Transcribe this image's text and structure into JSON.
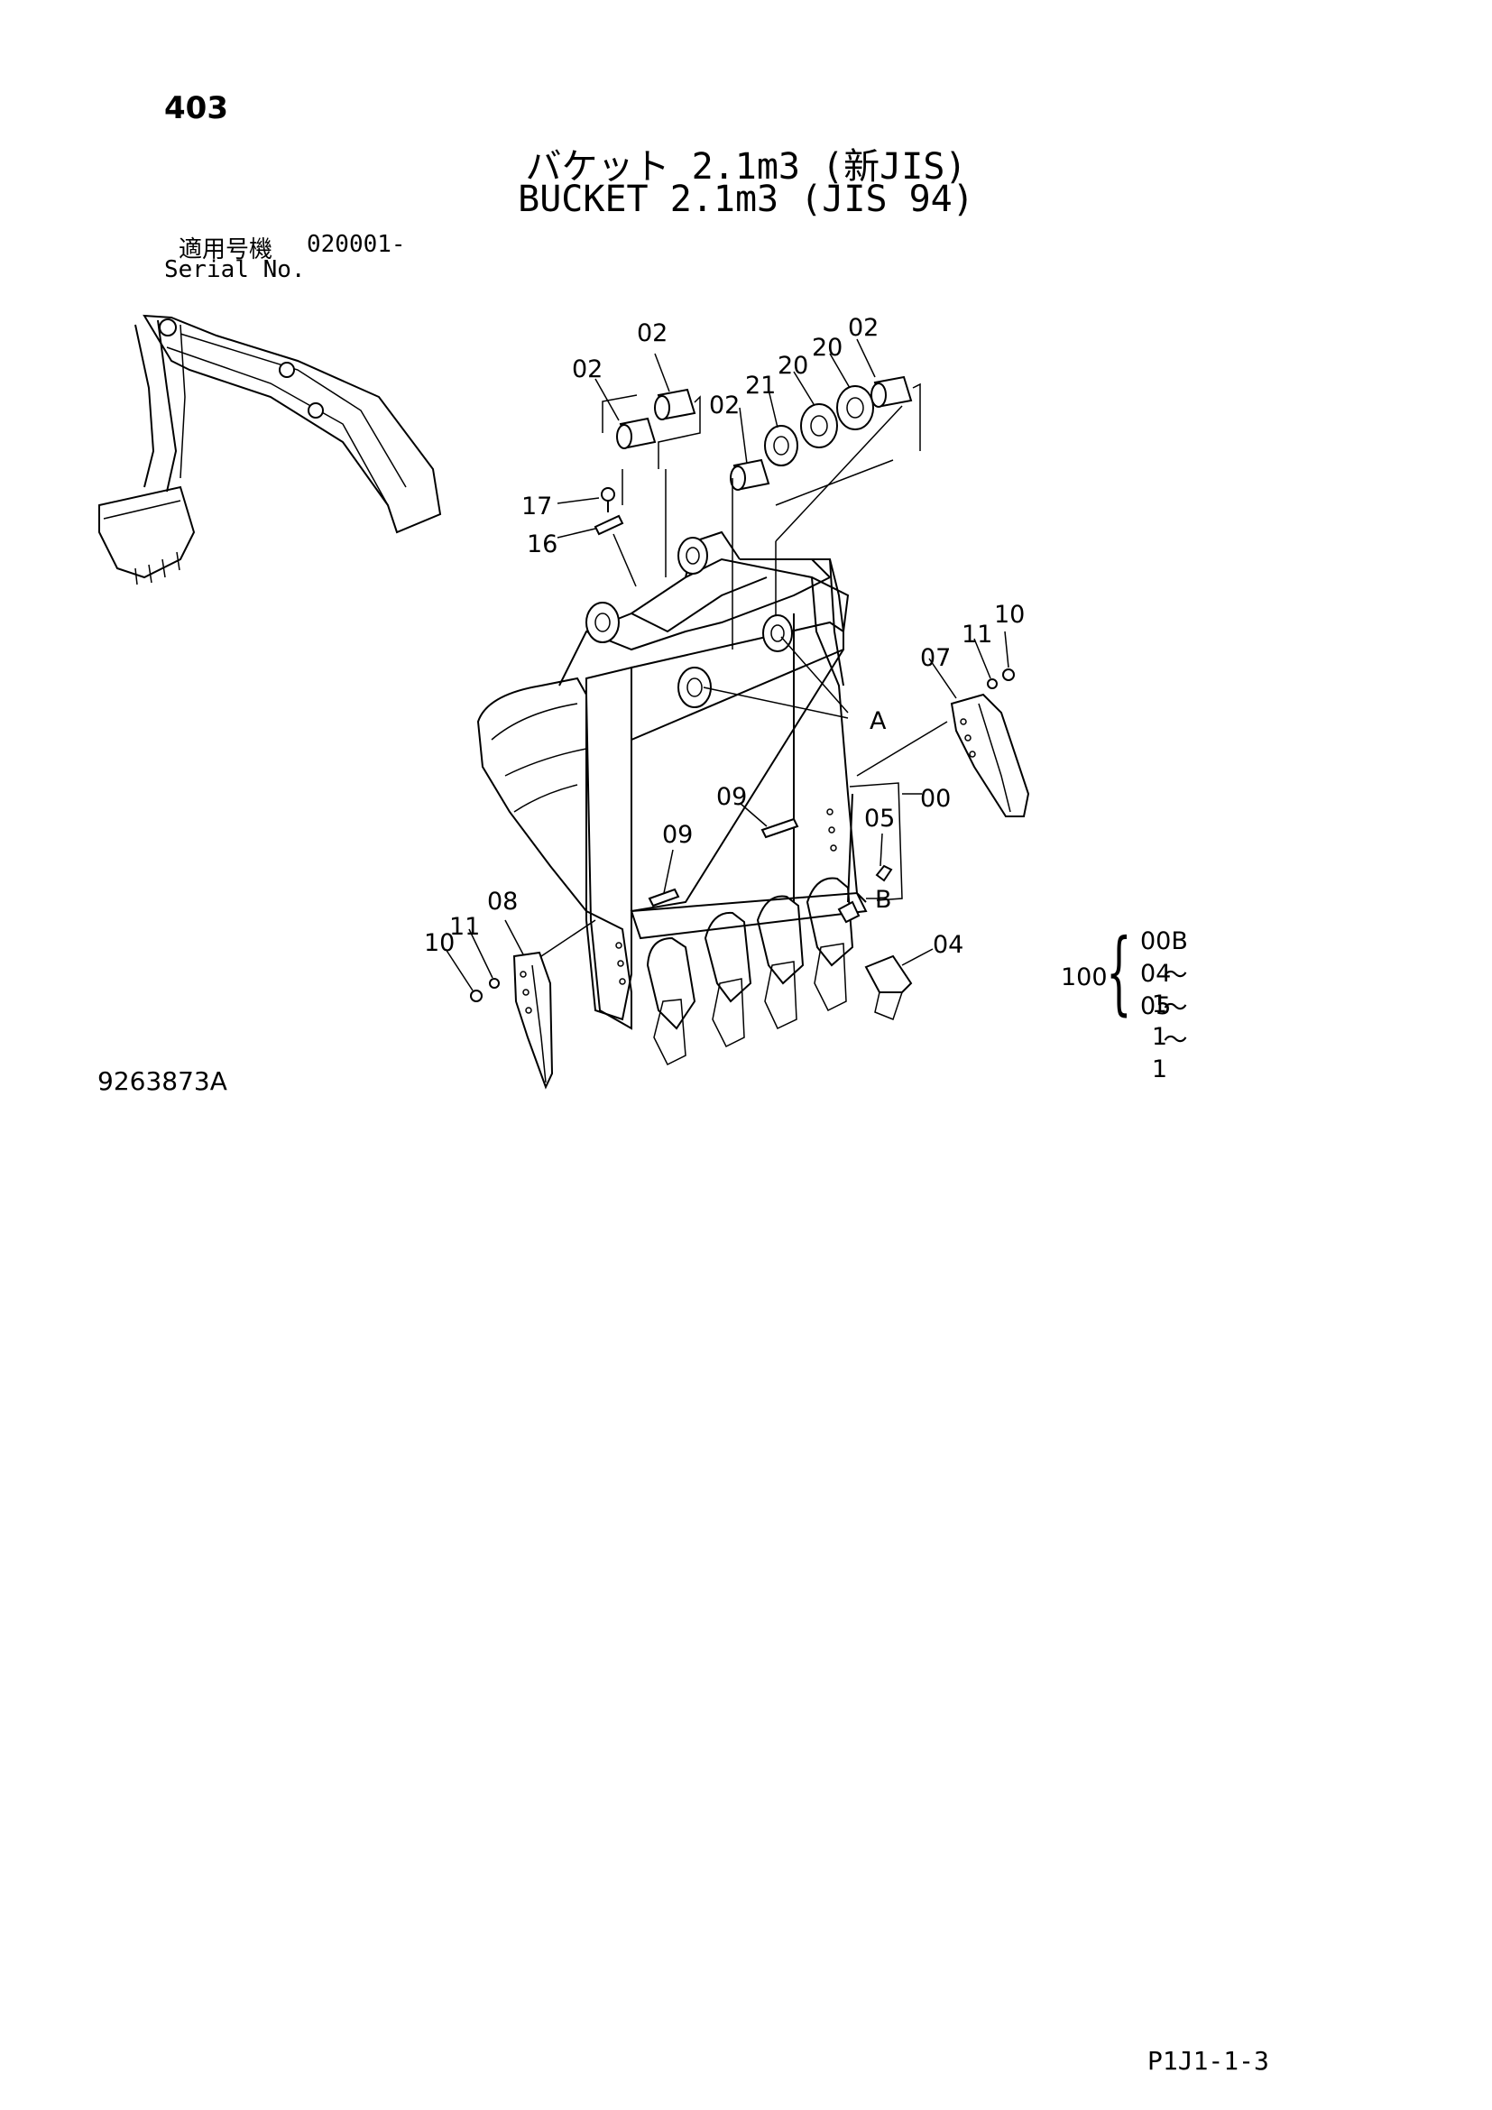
{
  "page_number": "403",
  "title_jp": "バケット 2.1m3 (新JIS)",
  "title_en": "BUCKET 2.1m3 (JIS 94)",
  "serial": {
    "label_jp": "適用号機",
    "label_en": "Serial No.",
    "value": "020001-"
  },
  "callouts": {
    "c00": "00",
    "c02": "02",
    "c04": "04",
    "c05": "05",
    "c07": "07",
    "c08": "08",
    "c09": "09",
    "c10": "10",
    "c11": "11",
    "c16": "16",
    "c17": "17",
    "c20": "20",
    "c21": "21",
    "A": "A",
    "B": "B"
  },
  "kit": {
    "number": "100",
    "tilde": "～",
    "rows": [
      {
        "code": "00B",
        "qty": "1"
      },
      {
        "code": "04",
        "qty": "1"
      },
      {
        "code": "05",
        "qty": "1"
      }
    ]
  },
  "drawing_number": "9263873A",
  "page_code": "P1J1-1-3"
}
